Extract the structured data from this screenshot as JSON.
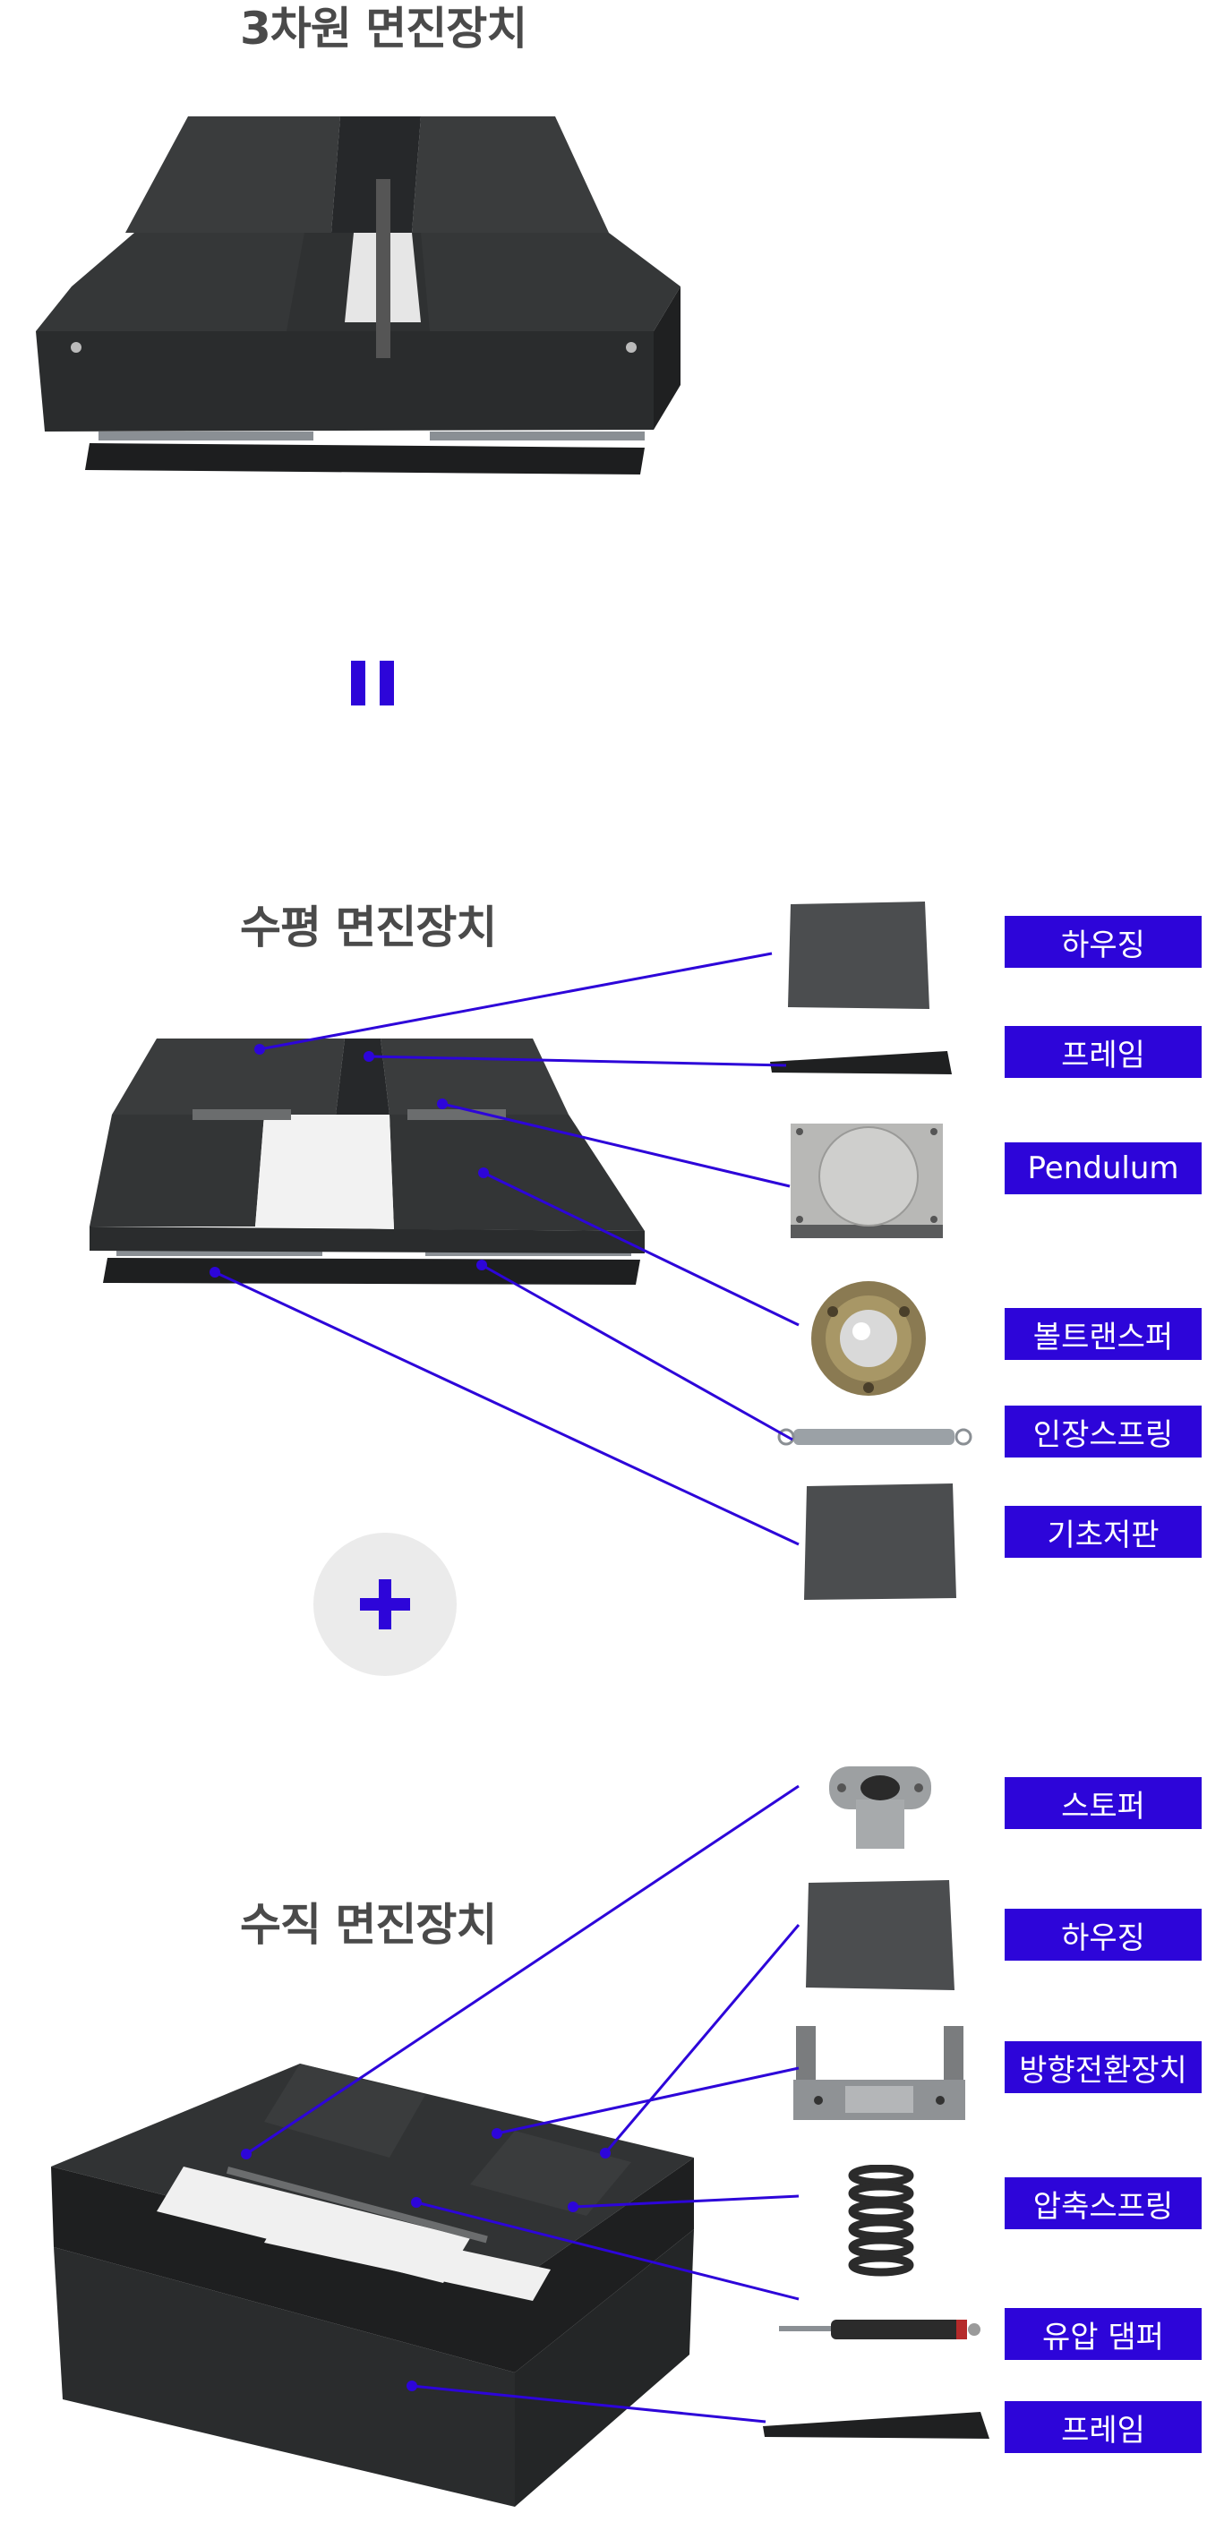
{
  "section_3d": {
    "title": "3차원 면진장치"
  },
  "section_horizontal": {
    "title": "수평 면진장치",
    "parts": [
      "하우징",
      "프레임",
      "Pendulum",
      "볼트랜스퍼",
      "인장스프링",
      "기초저판"
    ]
  },
  "section_vertical": {
    "title": "수직 면진장치",
    "parts": [
      "스토퍼",
      "하우징",
      "방향전환장치",
      "압축스프링",
      "유압 댐퍼",
      "프레임"
    ]
  },
  "colors": {
    "accent": "#2d05d9",
    "device": "#2c2e2f",
    "heading": "#4a4a4a",
    "circle": "#ebebeb"
  }
}
